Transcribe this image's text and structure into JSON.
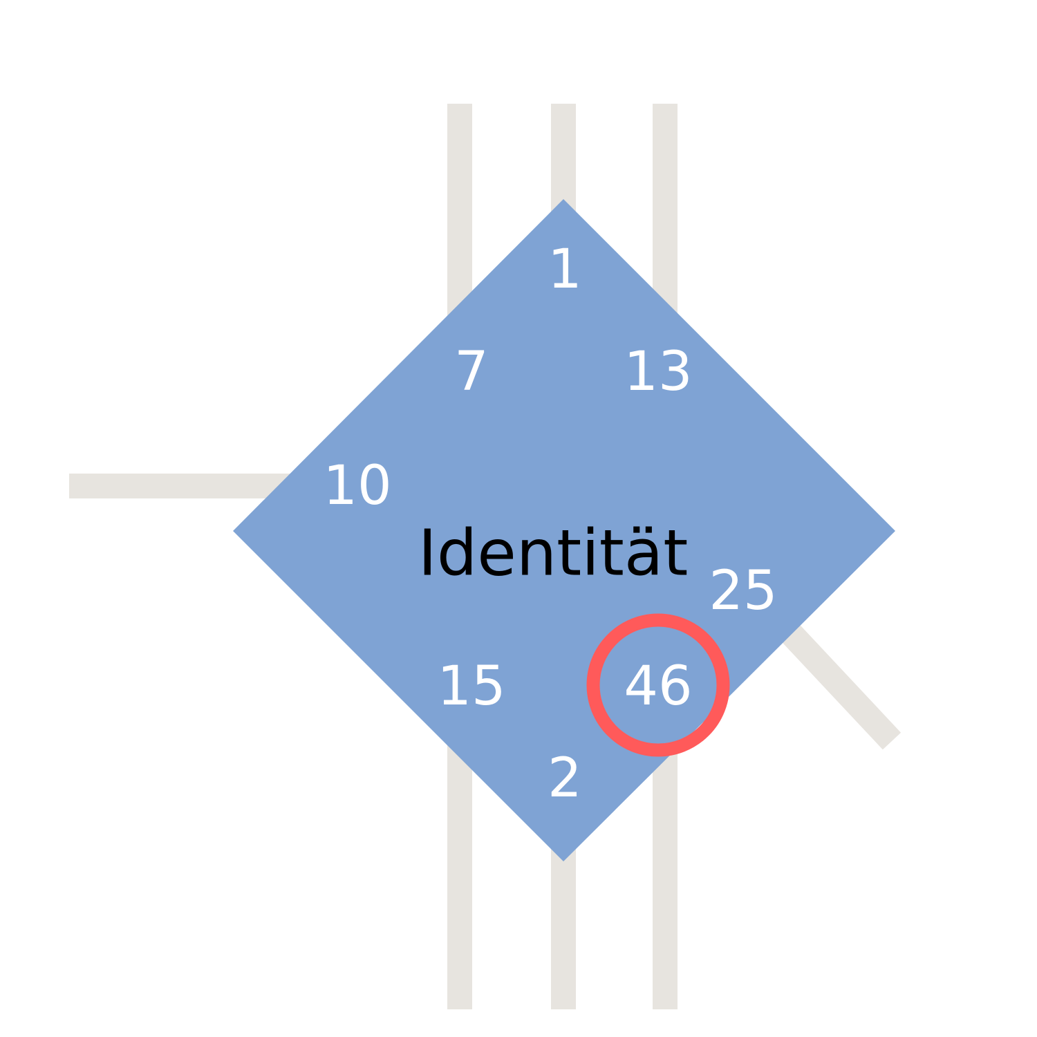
{
  "diagram": {
    "title": "Identität",
    "numbers": {
      "top": "1",
      "upper_left": "7",
      "upper_right": "13",
      "left": "10",
      "right": "25",
      "lower_left": "15",
      "highlighted": "46",
      "bottom": "2"
    },
    "highlighted_value": "46"
  },
  "colors": {
    "diamond": "#7fa3d4",
    "lines": "#e7e4df",
    "highlight_ring": "#ff5a5a",
    "number_text": "#ffffff",
    "title_text": "#000000",
    "background": "#ffffff"
  }
}
